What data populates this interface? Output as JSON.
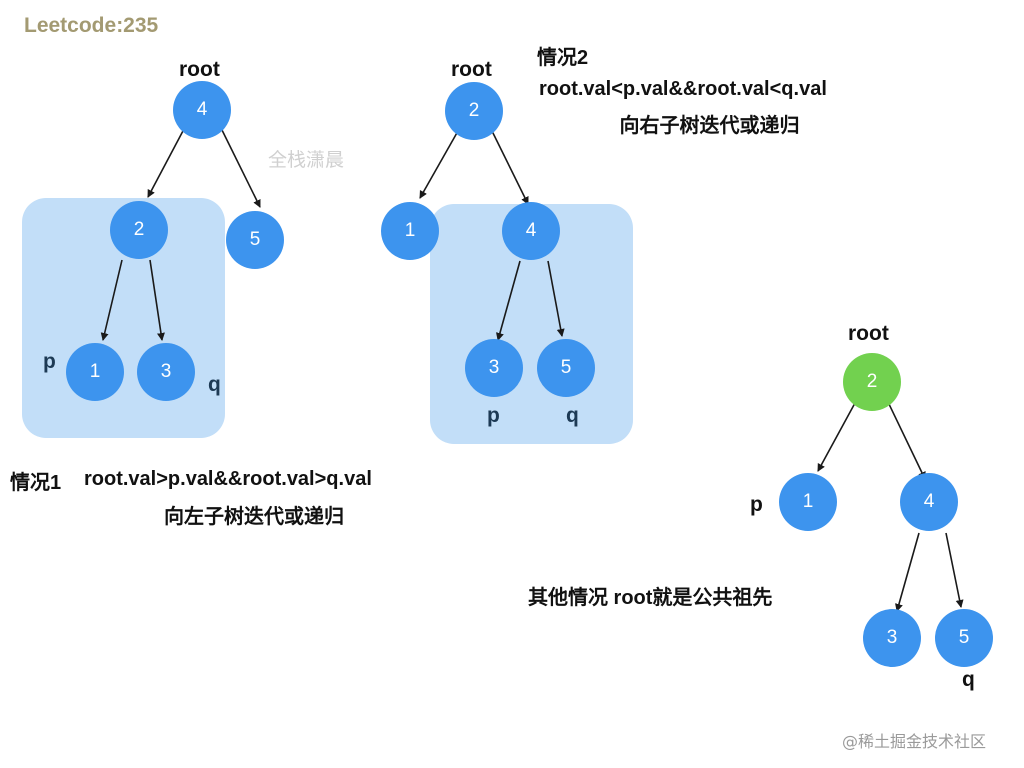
{
  "title": "Leetcode:235",
  "watermark": "全栈潇晨",
  "footer_watermark": "@稀土掘金技术社区",
  "colors": {
    "node": "#3d94ee",
    "root_green": "#72d14f",
    "highlight_box": "#c2def8",
    "title": "#a39a72"
  },
  "case1": {
    "root_label": "root",
    "p_label": "p",
    "q_label": "q",
    "nodes": {
      "root": "4",
      "left": "2",
      "right": "5",
      "left_left": "1",
      "left_right": "3"
    },
    "caption_title": "情况1",
    "condition": "root.val>p.val&&root.val>q.val",
    "action": "向左子树迭代或递归"
  },
  "case2": {
    "title": "情况2",
    "root_label": "root",
    "p_label": "p",
    "q_label": "q",
    "nodes": {
      "root": "2",
      "left": "1",
      "right": "4",
      "right_left": "3",
      "right_right": "5"
    },
    "condition": "root.val<p.val&&root.val<q.val",
    "action": "向右子树迭代或递归"
  },
  "case3": {
    "root_label": "root",
    "p_label": "p",
    "q_label": "q",
    "nodes": {
      "root": "2",
      "left": "1",
      "right": "4",
      "right_left": "3",
      "right_right": "5"
    },
    "caption": "其他情况 root就是公共祖先"
  }
}
